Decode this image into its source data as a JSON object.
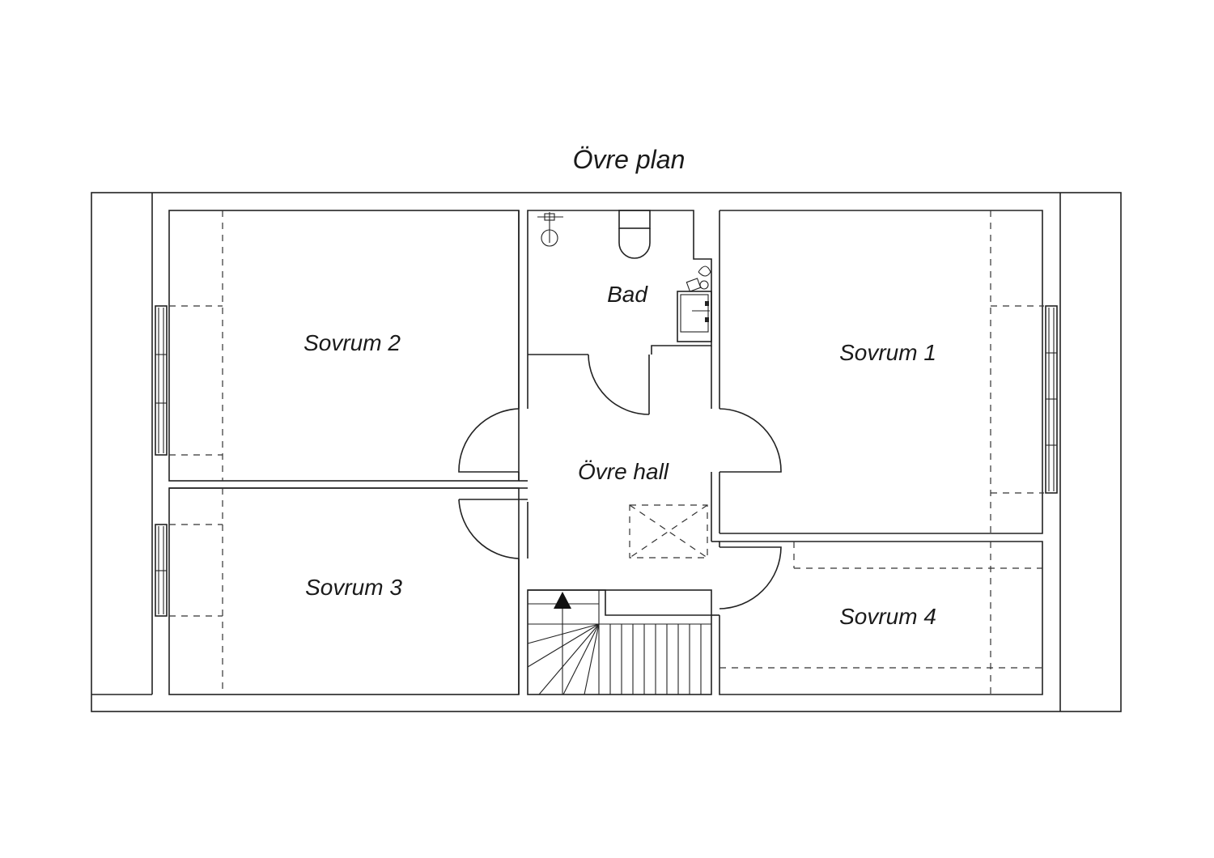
{
  "plan": {
    "title": "Övre plan",
    "rooms": {
      "bedroom_2": "Sovrum 2",
      "bedroom_3": "Sovrum 3",
      "bedroom_1": "Sovrum 1",
      "bedroom_4": "Sovrum 4",
      "bathroom": "Bad",
      "hall": "Övre hall"
    }
  }
}
